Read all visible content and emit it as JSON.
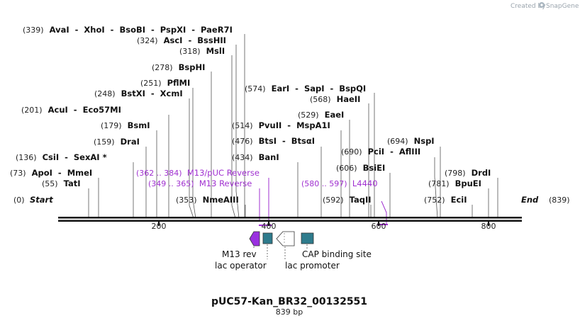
{
  "header": {
    "credit": "Created by",
    "brand": "SnapGene"
  },
  "map": {
    "name": "pUC57-Kan_BR32_00132551",
    "length_label": "839 bp",
    "start_label": "(0)",
    "start_text": "Start",
    "end_text": "End",
    "end_label": "(839)"
  },
  "axis_ticks": [
    "200",
    "400",
    "600",
    "800"
  ],
  "enzyme_rows": [
    {
      "pos": 339,
      "names": [
        "AvaI",
        "XhoI",
        "BsoBI",
        "PspXI",
        "PaeR7I"
      ]
    },
    {
      "pos": 324,
      "names": [
        "AscI",
        "BssHII"
      ]
    },
    {
      "pos": 318,
      "names": [
        "MslI"
      ]
    },
    {
      "pos": 278,
      "names": [
        "BspHI"
      ]
    },
    {
      "pos": 251,
      "names": [
        "PflMI"
      ]
    },
    {
      "pos": 248,
      "names": [
        "BstXI",
        "XcmI"
      ]
    },
    {
      "pos": 201,
      "names": [
        "AcuI",
        "Eco57MI"
      ]
    },
    {
      "pos": 179,
      "names": [
        "BsmI"
      ]
    },
    {
      "pos": 159,
      "names": [
        "DraI"
      ]
    },
    {
      "pos": 136,
      "names": [
        "CsiI",
        "SexAI *"
      ]
    },
    {
      "pos": 73,
      "names": [
        "ApoI",
        "MmeI"
      ]
    },
    {
      "pos": 55,
      "names": [
        "TatI"
      ]
    },
    {
      "pos": 353,
      "names": [
        "NmeAIII"
      ]
    },
    {
      "pos": 574,
      "names": [
        "EarI",
        "SapI",
        "BspQI"
      ]
    },
    {
      "pos": 568,
      "names": [
        "HaeII"
      ]
    },
    {
      "pos": 529,
      "names": [
        "EaeI"
      ]
    },
    {
      "pos": 514,
      "names": [
        "PvuII",
        "MspA1I"
      ]
    },
    {
      "pos": 476,
      "names": [
        "BtsI",
        "BtsαI"
      ]
    },
    {
      "pos": 434,
      "names": [
        "BanI"
      ]
    },
    {
      "pos": 694,
      "names": [
        "NspI"
      ]
    },
    {
      "pos": 690,
      "names": [
        "PciI",
        "AflIII"
      ]
    },
    {
      "pos": 606,
      "names": [
        "BsiEI"
      ]
    },
    {
      "pos": 592,
      "names": [
        "TaqII"
      ]
    },
    {
      "pos": 798,
      "names": [
        "DrdI"
      ]
    },
    {
      "pos": 781,
      "names": [
        "BpuEI"
      ]
    },
    {
      "pos": 752,
      "names": [
        "EciI"
      ]
    }
  ],
  "primers": [
    {
      "range": "(362 .. 384)",
      "name": "M13/pUC Reverse"
    },
    {
      "range": "(349 .. 365)",
      "name": "M13 Reverse"
    },
    {
      "range": "(580 .. 597)",
      "name": "L4440"
    }
  ],
  "features": [
    {
      "label": "M13 rev",
      "color": "#9a30e0"
    },
    {
      "label": "lac operator",
      "color": "#2e7b8c"
    },
    {
      "label": "lac promoter",
      "color": "#ffffff"
    },
    {
      "label": "CAP binding site",
      "color": "#2e7b8c"
    }
  ],
  "colors": {
    "primer": "#a030d0",
    "feature_teal": "#2e7b8c",
    "m13": "#9a30e0"
  }
}
